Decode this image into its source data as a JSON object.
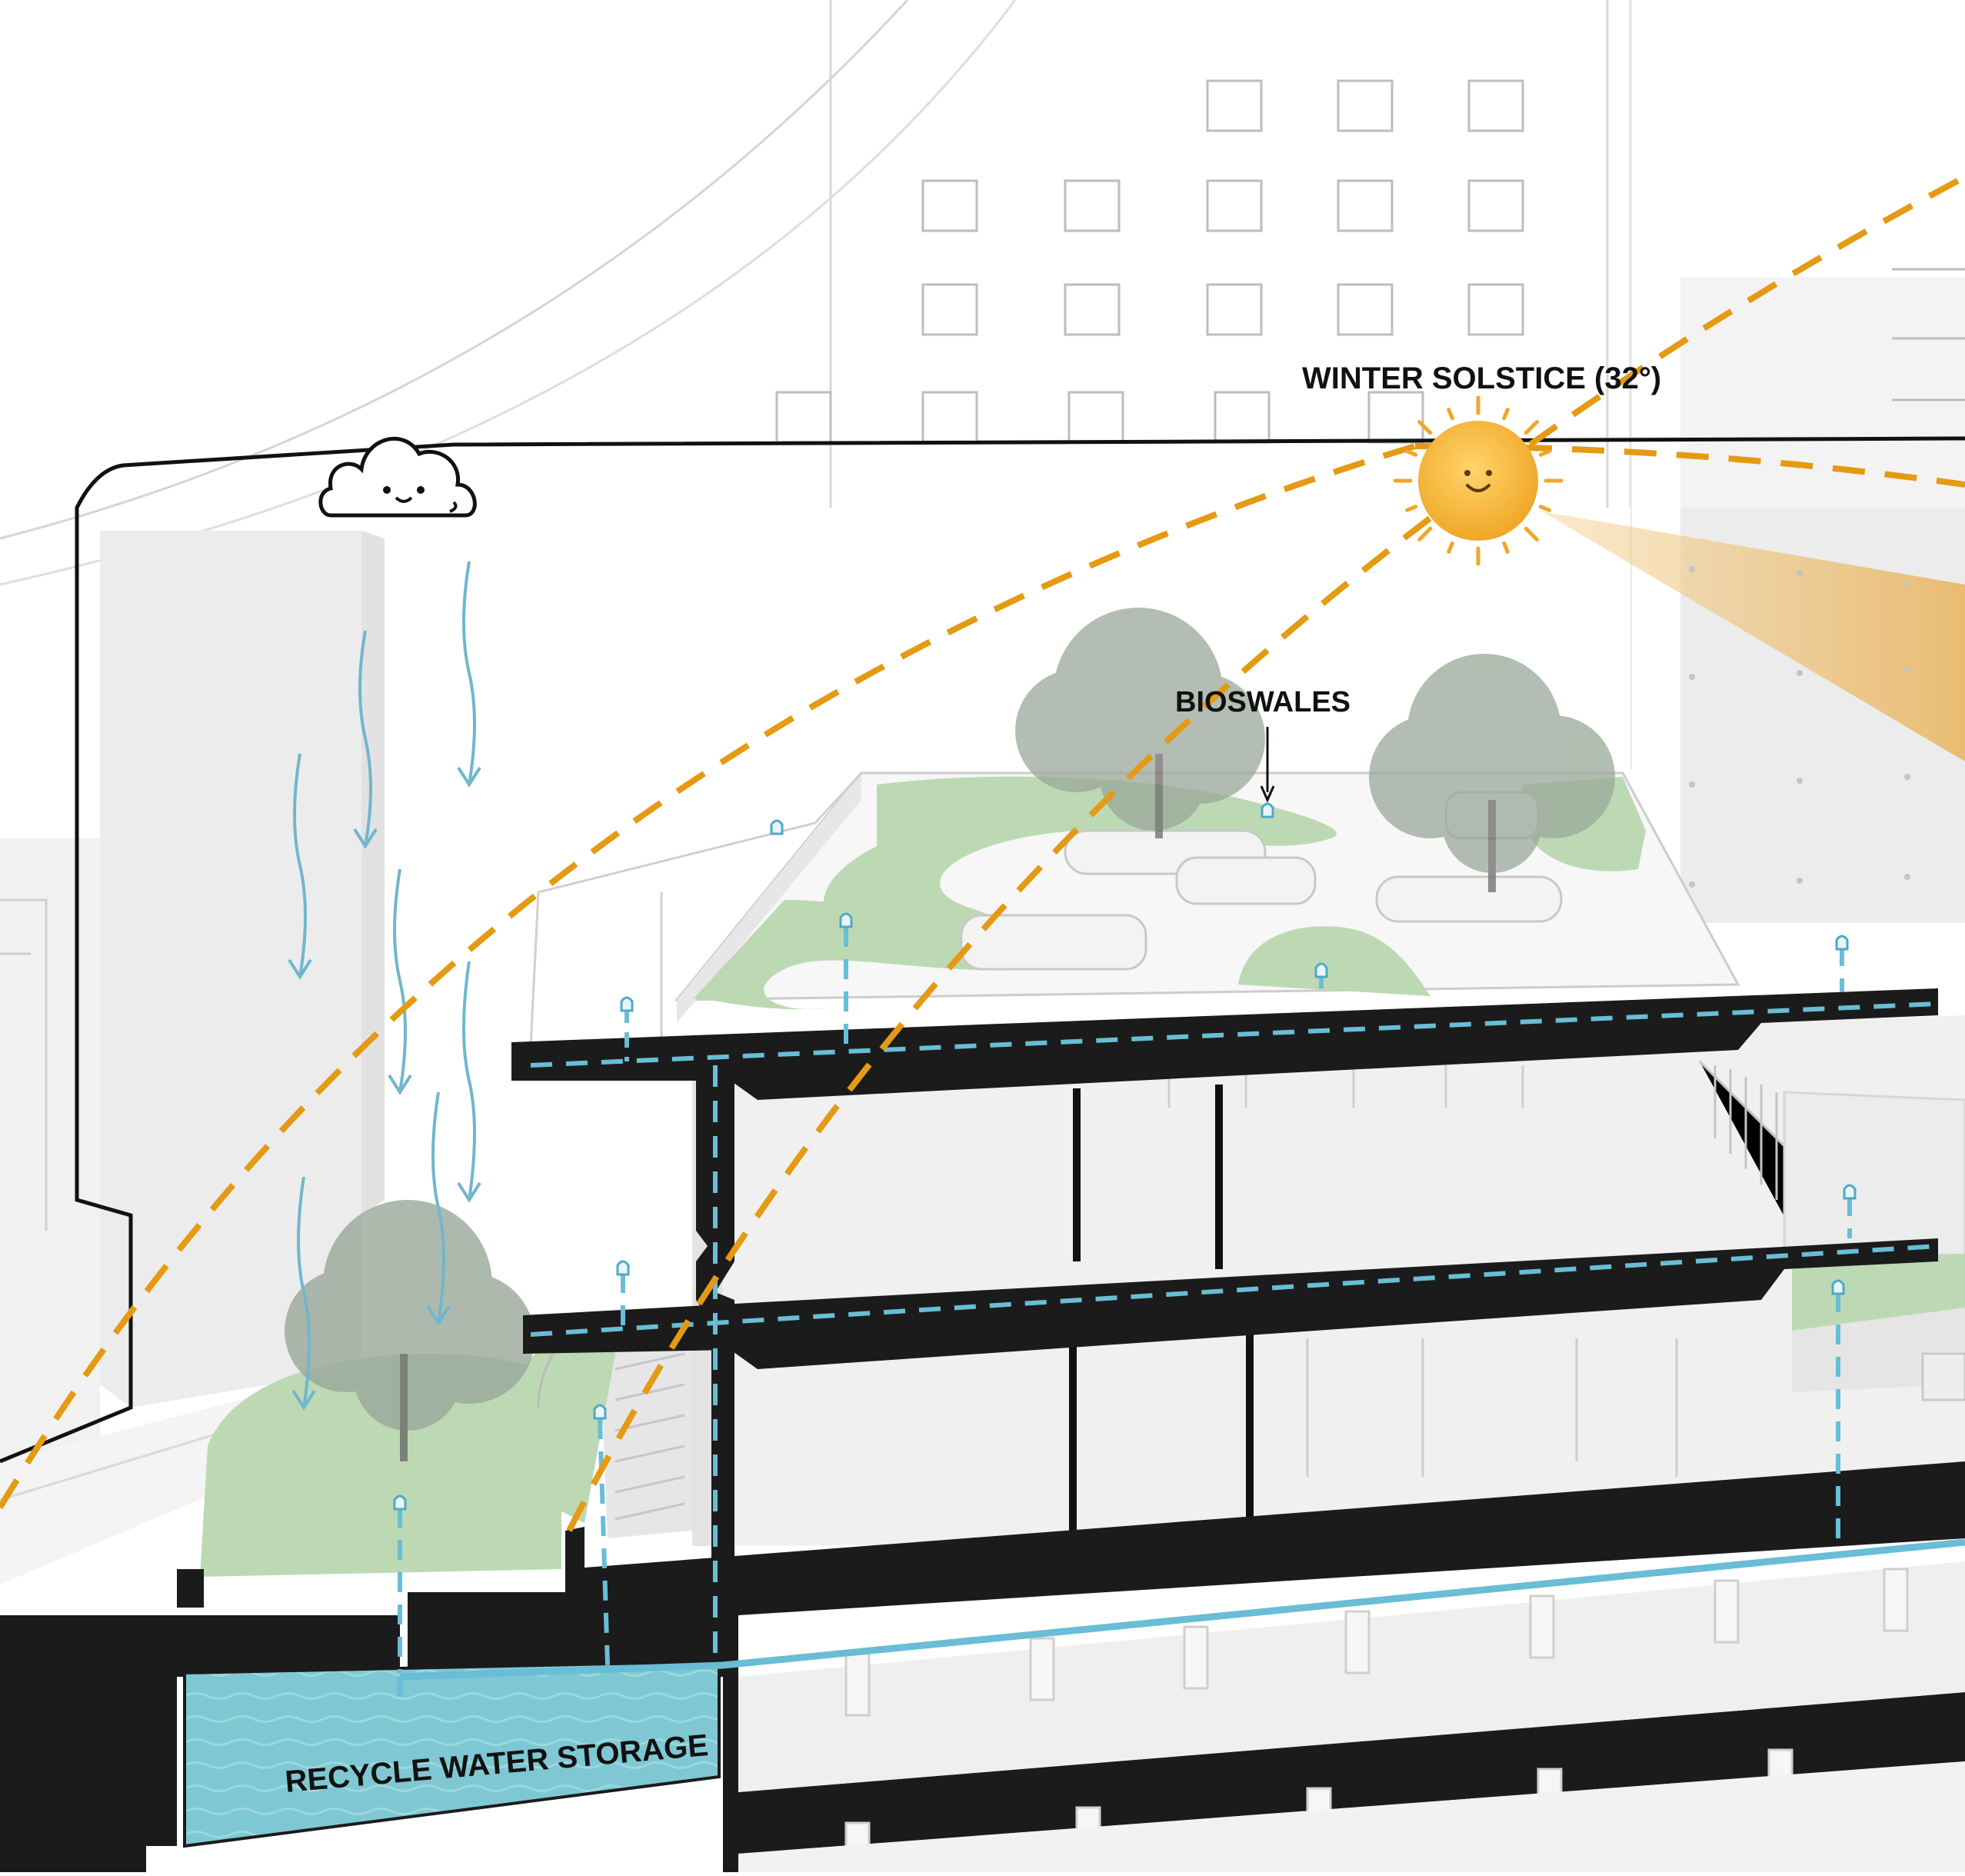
{
  "labels": {
    "sun_path": "WINTER SOLSTICE (32°)",
    "bioswales": "BIOSWALES",
    "storage": "RECYCLE WATER STORAGE"
  },
  "icons": {
    "cloud": "cloud-icon",
    "sun": "sun-icon"
  },
  "colors": {
    "sun_path": "#e59a13",
    "water": "#69bdd6",
    "storage_fill": "#7cc7d1",
    "slab": "#1b1b1b",
    "green": "#bcd9b4",
    "sun": "#f6b53a",
    "sun_beam": "#f1cf94",
    "rain": "#71b6cc",
    "building_line": "#c9c9c9"
  }
}
